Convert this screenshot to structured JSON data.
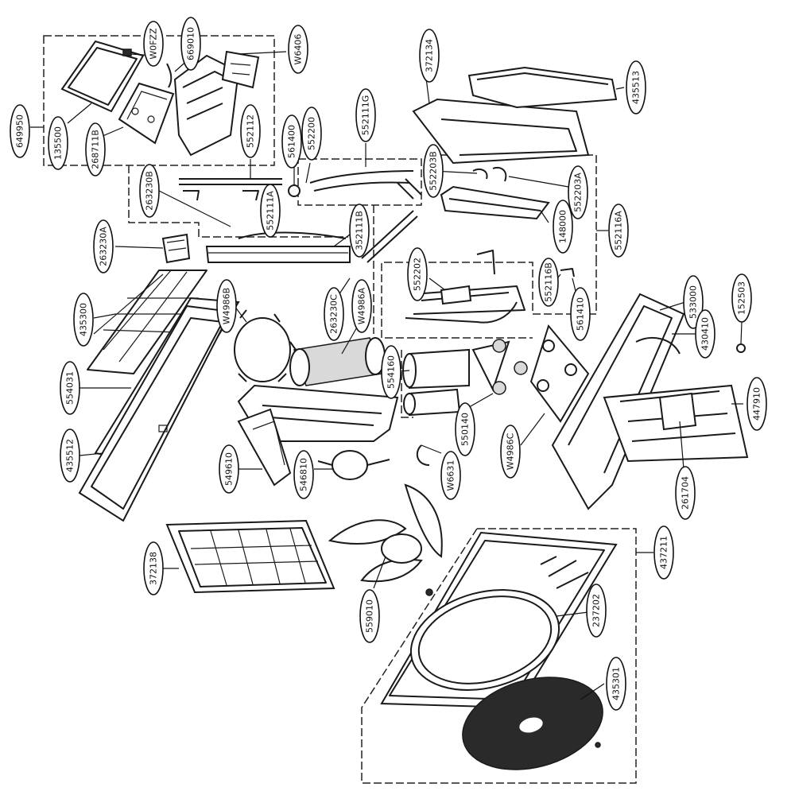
{
  "callouts": [
    {
      "id": "649950",
      "label": "649950"
    },
    {
      "id": "135500",
      "label": "135500"
    },
    {
      "id": "268711b",
      "label": "268711B"
    },
    {
      "id": "w0fzz",
      "label": "W0FZZ"
    },
    {
      "id": "669010",
      "label": "669010"
    },
    {
      "id": "w6406",
      "label": "W6406"
    },
    {
      "id": "552112",
      "label": "552112"
    },
    {
      "id": "263230b",
      "label": "263230B"
    },
    {
      "id": "552111a",
      "label": "552111A"
    },
    {
      "id": "561400",
      "label": "561400"
    },
    {
      "id": "552200",
      "label": "552200"
    },
    {
      "id": "552111g",
      "label": "552111G"
    },
    {
      "id": "372134",
      "label": "372134"
    },
    {
      "id": "435513",
      "label": "435513"
    },
    {
      "id": "552203b",
      "label": "552203B"
    },
    {
      "id": "552203a",
      "label": "552203A"
    },
    {
      "id": "148000",
      "label": "148000"
    },
    {
      "id": "552116a",
      "label": "552116A"
    },
    {
      "id": "263230a",
      "label": "263230A"
    },
    {
      "id": "352111b",
      "label": "352111B"
    },
    {
      "id": "552202",
      "label": "552202"
    },
    {
      "id": "552116b",
      "label": "552116B"
    },
    {
      "id": "561410",
      "label": "561410"
    },
    {
      "id": "435300",
      "label": "435300"
    },
    {
      "id": "w4986b",
      "label": "W4986B"
    },
    {
      "id": "263230c",
      "label": "263230C"
    },
    {
      "id": "w4986a",
      "label": "W4986A"
    },
    {
      "id": "533000",
      "label": "533000"
    },
    {
      "id": "152503",
      "label": "152503"
    },
    {
      "id": "430410",
      "label": "430410"
    },
    {
      "id": "554031",
      "label": "554031"
    },
    {
      "id": "554160",
      "label": "554160"
    },
    {
      "id": "447910",
      "label": "447910"
    },
    {
      "id": "435512",
      "label": "435512"
    },
    {
      "id": "549610",
      "label": "549610"
    },
    {
      "id": "546810",
      "label": "546810"
    },
    {
      "id": "w6631",
      "label": "W6631"
    },
    {
      "id": "550140",
      "label": "550140"
    },
    {
      "id": "w4986c",
      "label": "W4986C"
    },
    {
      "id": "261704",
      "label": "261704"
    },
    {
      "id": "437211",
      "label": "437211"
    },
    {
      "id": "372138",
      "label": "372138"
    },
    {
      "id": "559010",
      "label": "559010"
    },
    {
      "id": "237202",
      "label": "237202"
    },
    {
      "id": "435301",
      "label": "435301"
    }
  ]
}
